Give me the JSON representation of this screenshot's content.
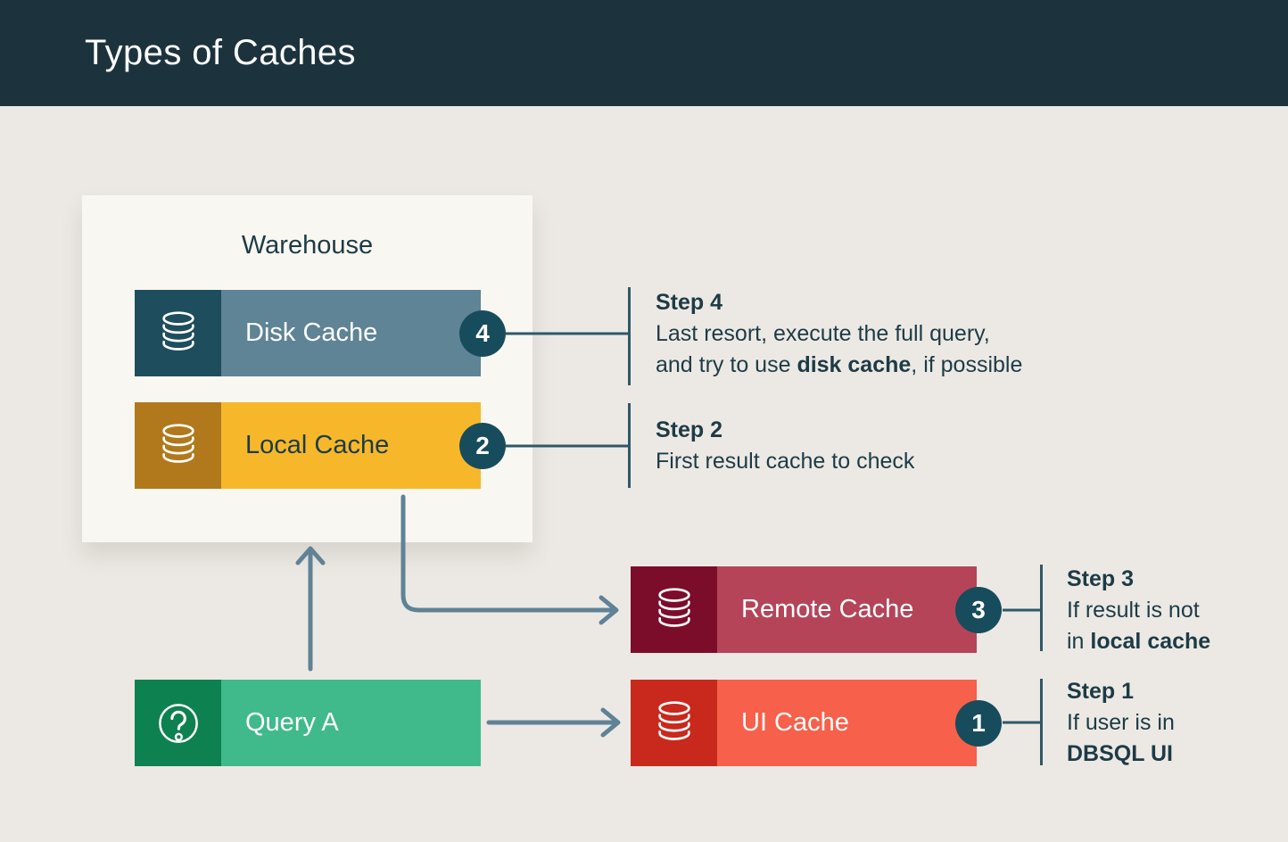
{
  "header": {
    "title": "Types of Caches"
  },
  "warehouse": {
    "label": "Warehouse"
  },
  "nodes": {
    "disk": {
      "label": "Disk Cache",
      "badge": "4",
      "icon": "database-icon"
    },
    "local": {
      "label": "Local Cache",
      "badge": "2",
      "icon": "database-icon"
    },
    "remote": {
      "label": "Remote Cache",
      "badge": "3",
      "icon": "database-icon"
    },
    "ui": {
      "label": "UI Cache",
      "badge": "1",
      "icon": "database-icon"
    },
    "query": {
      "label": "Query A",
      "icon": "question-mark-icon"
    }
  },
  "steps": {
    "step4": {
      "title": "Step 4",
      "line1": "Last resort, execute the full query,",
      "line2_pre": "and try to use ",
      "line2_bold": "disk cache",
      "line2_post": ", if possible"
    },
    "step2": {
      "title": "Step 2",
      "line1": "First result cache to check"
    },
    "step3": {
      "title": "Step 3",
      "line1": "If result is not",
      "line2_pre": "in ",
      "line2_bold": "local cache"
    },
    "step1": {
      "title": "Step 1",
      "line1": "If user is in",
      "line2_bold": "DBSQL UI"
    }
  },
  "colors": {
    "header_bg": "#1c333d",
    "page_bg": "#ece9e4",
    "warehouse_bg": "#f9f7f1",
    "ink": "#1d3b46",
    "disk_icon_bg": "#1e4d5e",
    "disk_bar": "#5e8495",
    "local_icon_bg": "#b1791c",
    "local_bar": "#f6b82a",
    "remote_icon_bg": "#7c0d2a",
    "remote_bar": "#b54459",
    "ui_icon_bg": "#c9291d",
    "ui_bar": "#f7604a",
    "query_icon_bg": "#0e8150",
    "query_bar": "#40ba8b",
    "badge_bg": "#174c5d",
    "arrow": "#5f8296",
    "tick": "#2e5868"
  }
}
